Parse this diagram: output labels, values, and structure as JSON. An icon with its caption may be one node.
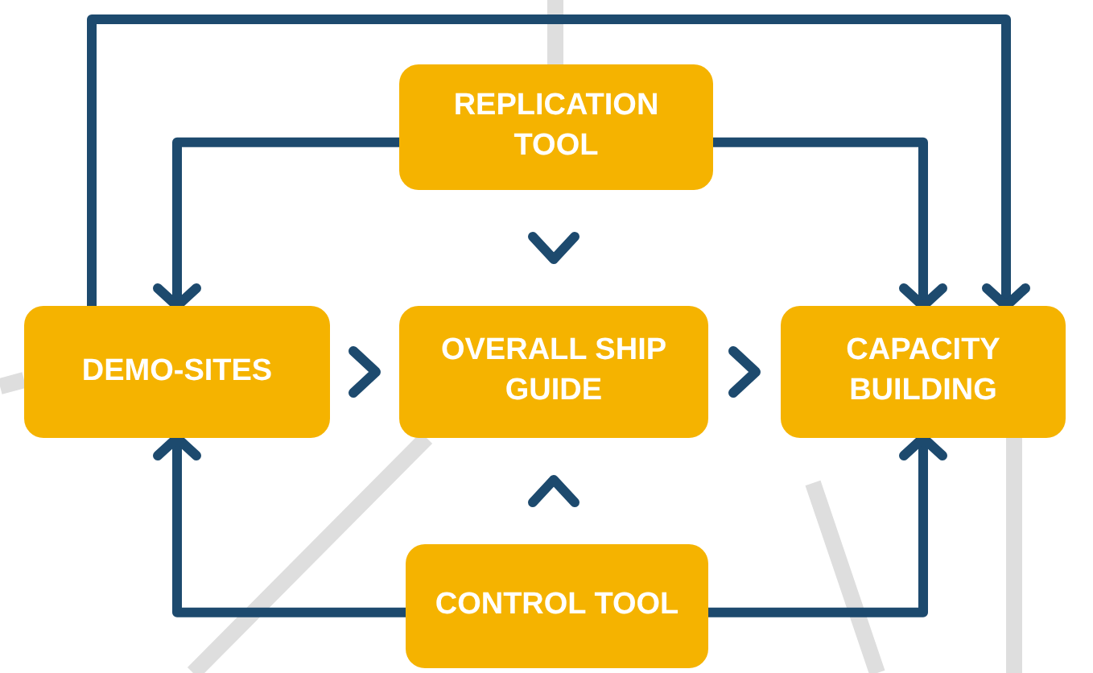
{
  "diagram": {
    "nodes": [
      {
        "text": [
          "REPLICATION TOOL"
        ]
      },
      {
        "text": [
          "DEMO-SITES"
        ]
      },
      {
        "text": [
          "OVERALL SHIP GUIDE"
        ]
      },
      {
        "text": [
          "CAPACITY BUILDING"
        ]
      },
      {
        "text": [
          "CONTROL TOOL"
        ]
      }
    ],
    "edges": [
      {
        "from": 1,
        "to": 3,
        "arrow": "to"
      },
      {
        "from": 0,
        "to": 1,
        "arrow": "to"
      },
      {
        "from": 0,
        "to": 3,
        "arrow": "to"
      },
      {
        "from": 0,
        "to": 2,
        "arrow": "to"
      },
      {
        "from": 1,
        "to": 2,
        "arrow": "to"
      },
      {
        "from": 2,
        "to": 3,
        "arrow": "to"
      },
      {
        "from": 4,
        "to": 2,
        "arrow": "to"
      },
      {
        "from": 4,
        "to": 1,
        "arrow": "to"
      },
      {
        "from": 4,
        "to": 3,
        "arrow": "to"
      }
    ]
  }
}
